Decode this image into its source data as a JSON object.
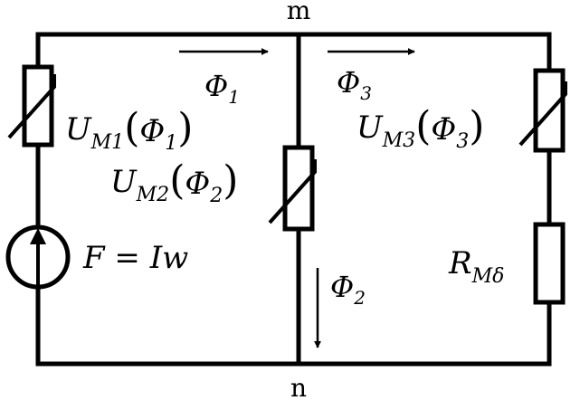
{
  "nodes": {
    "top": "m",
    "bottom": "n"
  },
  "flux": {
    "phi1": {
      "sym": "Φ",
      "sub": "1"
    },
    "phi3": {
      "sym": "Φ",
      "sub": "3"
    },
    "phi2": {
      "sym": "Φ",
      "sub": "2"
    }
  },
  "reluctances": {
    "um1": {
      "letter": "U",
      "sub": "M1",
      "open": "(",
      "sym": "Φ",
      "arg": "1",
      "close": ")"
    },
    "um2": {
      "letter": "U",
      "sub": "M2",
      "open": "(",
      "sym": "Φ",
      "arg": "2",
      "close": ")"
    },
    "um3": {
      "letter": "U",
      "sub": "M3",
      "open": "(",
      "sym": "Φ",
      "arg": "3",
      "close": ")"
    }
  },
  "source": {
    "label": "F = Iw"
  },
  "airgap": {
    "letter": "R",
    "sub": "Mδ"
  },
  "colors": {
    "line": "#000000",
    "background": "#ffffff"
  }
}
